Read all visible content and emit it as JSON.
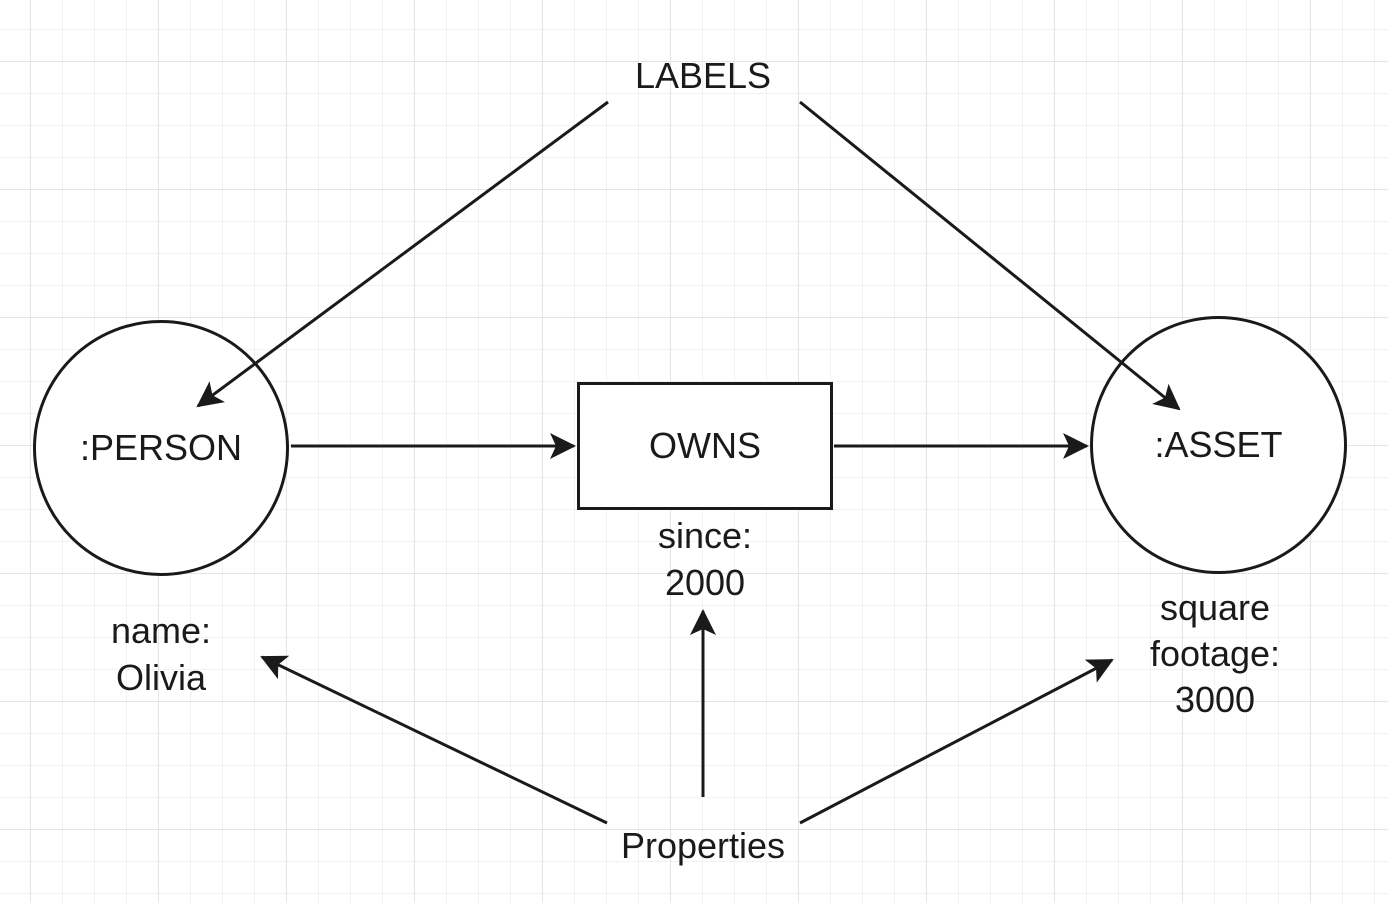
{
  "canvas": {
    "background": "#ffffff",
    "grid_minor_color": "#f2f2f2",
    "grid_major_color": "#e4e4e4",
    "stroke_color": "#1a1a1a"
  },
  "annotations": {
    "labels_title": "LABELS",
    "properties_title": "Properties"
  },
  "nodes": {
    "person": {
      "label": ":PERSON",
      "property": "name:\nOlivia"
    },
    "asset": {
      "label": ":ASSET",
      "property": "square\nfootage:\n3000"
    }
  },
  "relationship": {
    "label": "OWNS",
    "property": "since:\n2000"
  }
}
